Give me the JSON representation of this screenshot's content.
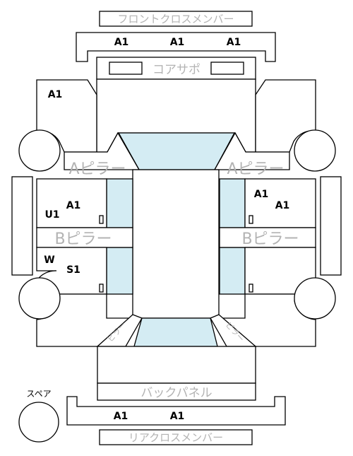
{
  "labels": {
    "front_cross_member": "フロントクロスメンバー",
    "core_support": "コアサポ",
    "a_pillar_left": "Aピラー",
    "a_pillar_right": "Aピラー",
    "b_pillar_left": "Bピラー",
    "b_pillar_right": "Bピラー",
    "back_panel": "バックパネル",
    "rear_cross_member": "リアクロスメンバー",
    "spare": "スペア",
    "c_pillar_left": "ピラー",
    "c_pillar_right": "ピラー"
  },
  "codes": {
    "front_cross_1": "A1",
    "front_cross_2": "A1",
    "front_cross_3": "A1",
    "front_left_fender": "A1",
    "front_left_door_1": "A1",
    "front_left_door_2": "U1",
    "rear_left_door_1": "W",
    "rear_left_door_2": "S1",
    "front_right_door_1": "A1",
    "front_right_door_2": "A1",
    "rear_cross_1": "A1",
    "rear_cross_2": "A1"
  },
  "colors": {
    "glass": "#d4ecf3",
    "outline": "#000000",
    "part_label": "#b3b3b3"
  }
}
